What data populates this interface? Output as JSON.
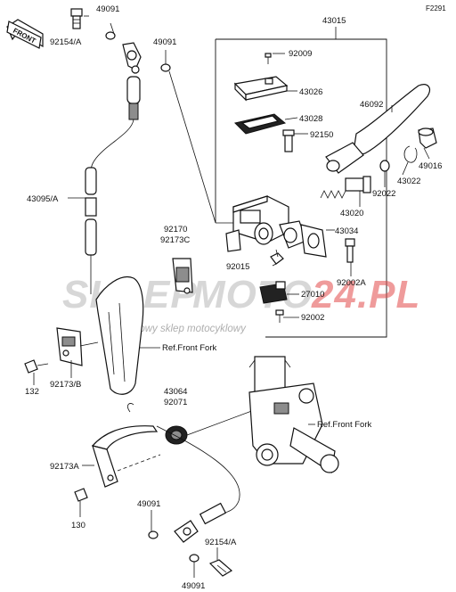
{
  "diagram": {
    "figure_code": "F2291",
    "front_arrow_label": "FRONT",
    "watermark": {
      "brand_left": "SKLEP",
      "brand_right": "MOTO",
      "brand_suffix": "24.PL",
      "tagline": "internetowy sklep motocyklowy"
    },
    "callouts": [
      {
        "id": "c-49091-a",
        "text": "49091"
      },
      {
        "id": "c-92154a-top",
        "text": "92154/A"
      },
      {
        "id": "c-49091-b",
        "text": "49091"
      },
      {
        "id": "c-43015",
        "text": "43015"
      },
      {
        "id": "c-92009",
        "text": "92009"
      },
      {
        "id": "c-43026",
        "text": "43026"
      },
      {
        "id": "c-43028",
        "text": "43028"
      },
      {
        "id": "c-46092",
        "text": "46092"
      },
      {
        "id": "c-92150",
        "text": "92150"
      },
      {
        "id": "c-49016",
        "text": "49016"
      },
      {
        "id": "c-43022",
        "text": "43022"
      },
      {
        "id": "c-92022",
        "text": "92022"
      },
      {
        "id": "c-43020",
        "text": "43020"
      },
      {
        "id": "c-43095a",
        "text": "43095/A"
      },
      {
        "id": "c-92170",
        "text": "92170"
      },
      {
        "id": "c-92173c",
        "text": "92173C"
      },
      {
        "id": "c-43034",
        "text": "43034"
      },
      {
        "id": "c-92015",
        "text": "92015"
      },
      {
        "id": "c-92002a",
        "text": "92002A"
      },
      {
        "id": "c-27010",
        "text": "27010"
      },
      {
        "id": "c-92002",
        "text": "92002"
      },
      {
        "id": "c-ref-fork-1",
        "text": "Ref.Front Fork"
      },
      {
        "id": "c-132",
        "text": "132"
      },
      {
        "id": "c-92173b",
        "text": "92173/B"
      },
      {
        "id": "c-43064",
        "text": "43064"
      },
      {
        "id": "c-92071",
        "text": "92071"
      },
      {
        "id": "c-ref-fork-2",
        "text": "Ref.Front Fork"
      },
      {
        "id": "c-92173a",
        "text": "92173A"
      },
      {
        "id": "c-130",
        "text": "130"
      },
      {
        "id": "c-49091-c",
        "text": "49091"
      },
      {
        "id": "c-92154a-bottom",
        "text": "92154/A"
      },
      {
        "id": "c-49091-d",
        "text": "49091"
      }
    ]
  }
}
